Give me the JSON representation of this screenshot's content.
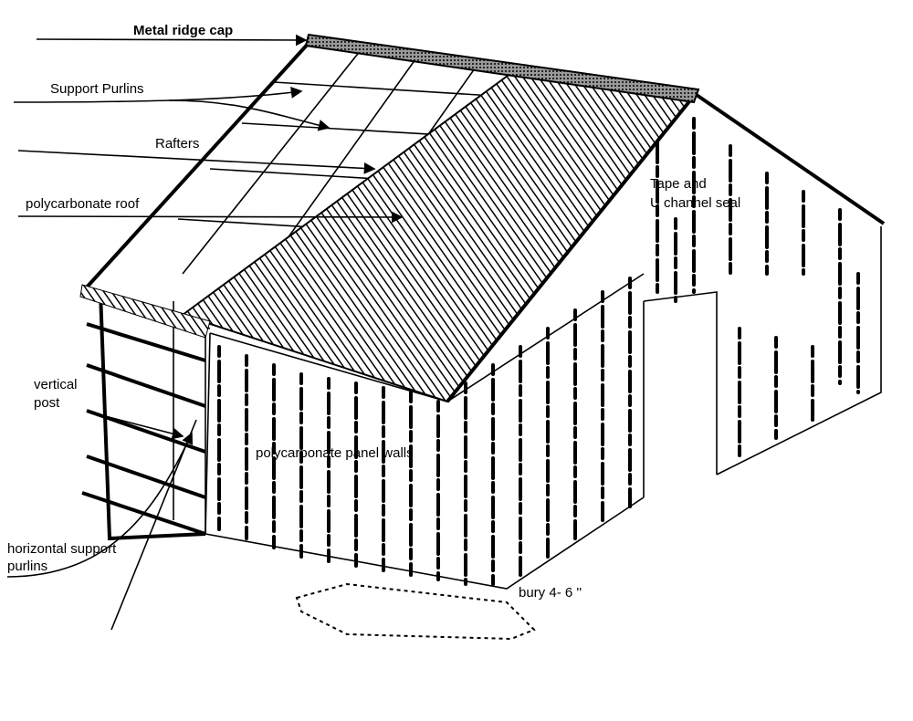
{
  "title": "Polycarbonate greenhouse construction diagram",
  "labels": {
    "ridge_cap": "Metal ridge cap",
    "support_purlins": "Support Purlins",
    "rafters": "Rafters",
    "polycarbonate_roof": "polycarbonate roof",
    "tape_seal_1": "Tape and",
    "tape_seal_2": "U channel seal",
    "vertical_post_1": "vertical",
    "vertical_post_2": "post",
    "panel_walls": "polycarbonate panel walls",
    "horizontal_purlins_1": "horizontal support",
    "horizontal_purlins_2": "purlins",
    "bury": "bury 4- 6 ''"
  }
}
